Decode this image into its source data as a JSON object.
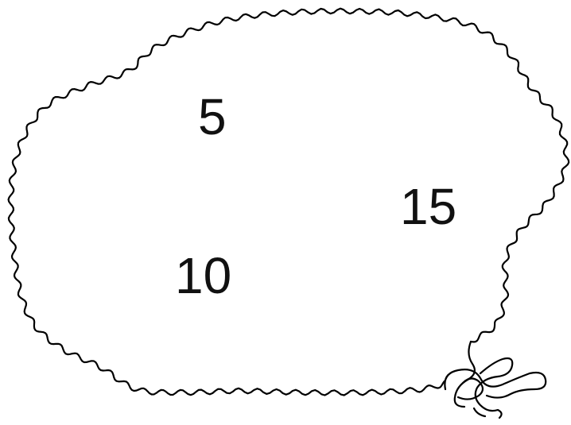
{
  "diagram": {
    "numbers": [
      "5",
      "15",
      "10"
    ],
    "stroke_color": "#000000",
    "background_color": "#ffffff"
  }
}
